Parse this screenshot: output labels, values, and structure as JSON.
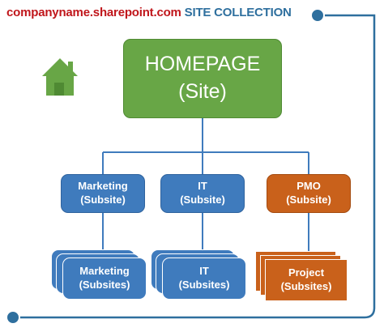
{
  "header": {
    "url": "companyname.sharepoint.com",
    "collection": "SITE COLLECTION"
  },
  "homepage": {
    "title": "HOMEPAGE",
    "subtitle": "(Site)"
  },
  "subsites": [
    {
      "name": "Marketing",
      "type": "(Subsite)"
    },
    {
      "name": "IT",
      "type": "(Subsite)"
    },
    {
      "name": "PMO",
      "type": "(Subsite)"
    }
  ],
  "subsite_groups": [
    {
      "name": "Marketing",
      "type": "(Subsites)"
    },
    {
      "name": "IT",
      "type": "(Subsites)"
    },
    {
      "name": "Project",
      "type": "(Subsites)"
    }
  ],
  "icons": {
    "home": "house-icon"
  },
  "colors": {
    "site": "#68a646",
    "subsite": "#3f7bbd",
    "pmo": "#c9611b",
    "header_url": "#c0161b",
    "header_collection": "#2e6f9e",
    "frame": "#2e6f9e",
    "connector": "#3f7bbd"
  }
}
